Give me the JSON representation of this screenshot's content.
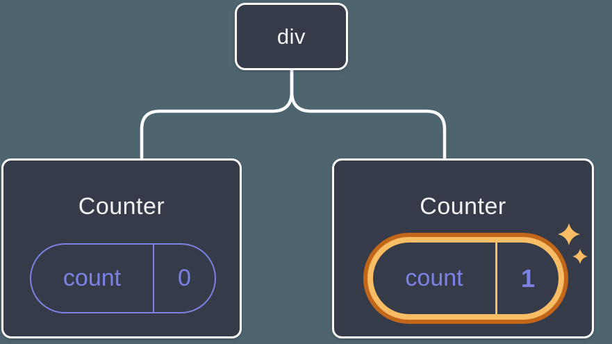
{
  "tree": {
    "root_label": "div",
    "left": {
      "title": "Counter",
      "state_key": "count",
      "state_value": "0",
      "highlighted": false
    },
    "right": {
      "title": "Counter",
      "state_key": "count",
      "state_value": "1",
      "highlighted": true
    }
  },
  "colors": {
    "background": "#4e6570",
    "node_fill": "#353b48",
    "node_border": "#ffffff",
    "connector": "#ffffff",
    "state_purple": "#7b82e3",
    "highlight_orange_dark": "#c2661a",
    "highlight_orange_light": "#f9bd66",
    "title_text": "#f2f3f5"
  },
  "icons": {
    "sparkle_large": "sparkle-icon",
    "sparkle_small": "sparkle-icon"
  }
}
